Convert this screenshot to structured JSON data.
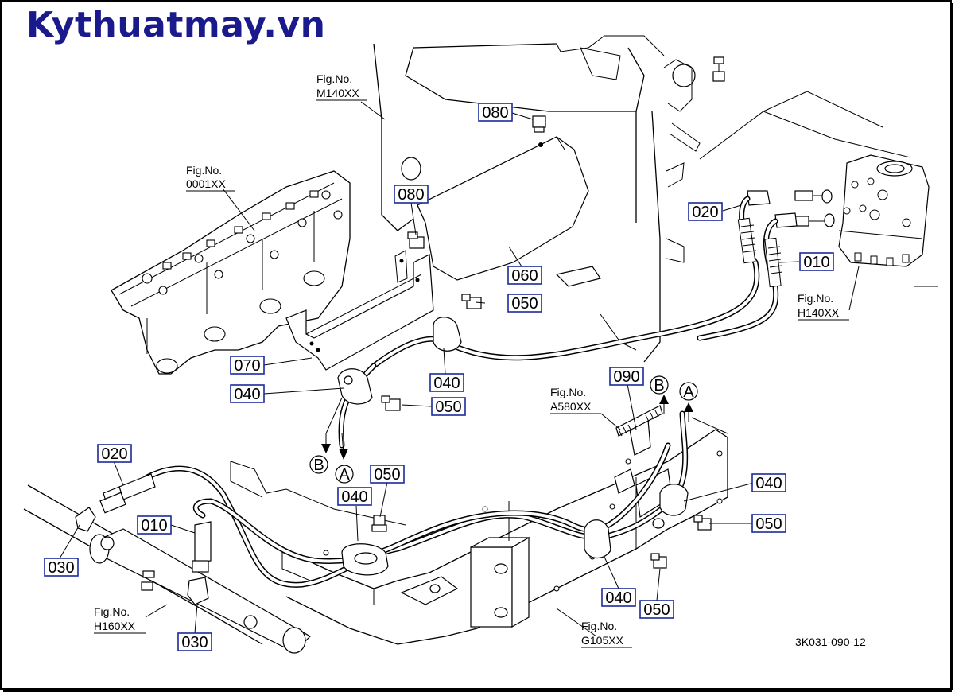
{
  "brand": "Kythuatmay.vn",
  "drawing_code": "3K031-090-12",
  "fig_refs": [
    {
      "fig": "Fig.No.",
      "code": "M140XX"
    },
    {
      "fig": "Fig.No.",
      "code": "0001XX"
    },
    {
      "fig": "Fig.No.",
      "code": "H140XX"
    },
    {
      "fig": "Fig.No.",
      "code": "A580XX"
    },
    {
      "fig": "Fig.No.",
      "code": "H160XX"
    },
    {
      "fig": "Fig.No.",
      "code": "G105XX"
    }
  ],
  "part_labels": [
    "080",
    "080",
    "060",
    "050",
    "070",
    "040",
    "040",
    "050",
    "020",
    "010",
    "090",
    "020",
    "010",
    "030",
    "030",
    "040",
    "050",
    "040",
    "050",
    "040",
    "050"
  ],
  "arrow_labels": [
    "B",
    "A",
    "B",
    "A"
  ]
}
